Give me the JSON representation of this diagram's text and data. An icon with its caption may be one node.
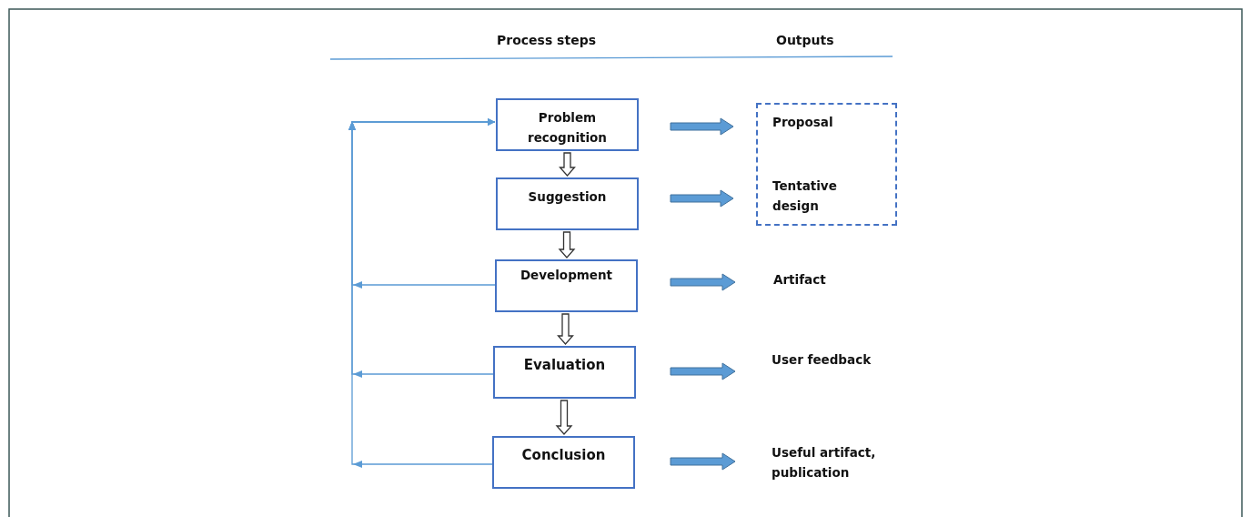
{
  "diagram": {
    "nodes": [
      {
        "text": [
          "Problem recognition"
        ]
      },
      {
        "text": [
          "Suggestion"
        ]
      },
      {
        "text": [
          "Development"
        ]
      },
      {
        "text": [
          "Evaluation"
        ]
      },
      {
        "text": [
          "Conclusion"
        ]
      },
      {
        "text": [
          "Proposal",
          "Tentative design"
        ]
      },
      {
        "text": [
          "Artifact"
        ]
      },
      {
        "text": [
          "User feedback"
        ]
      },
      {
        "text": [
          "Useful artifact, publication"
        ]
      }
    ],
    "edges": [
      {
        "from": 0,
        "to": 1,
        "arrow": "to"
      },
      {
        "from": 1,
        "to": 2,
        "arrow": "to"
      },
      {
        "from": 2,
        "to": 3,
        "arrow": "to"
      },
      {
        "from": 3,
        "to": 4,
        "arrow": "to"
      },
      {
        "from": 0,
        "to": 5,
        "arrow": "to",
        "style": "thick",
        "color": "#5b9bd5"
      },
      {
        "from": 1,
        "to": 5,
        "arrow": "to",
        "style": "thick",
        "color": "#5b9bd5"
      },
      {
        "from": 2,
        "to": 6,
        "arrow": "to",
        "style": "thick",
        "color": "#5b9bd5"
      },
      {
        "from": 3,
        "to": 7,
        "arrow": "to",
        "style": "thick",
        "color": "#5b9bd5"
      },
      {
        "from": 4,
        "to": 8,
        "arrow": "to",
        "style": "thick",
        "color": "#5b9bd5"
      },
      {
        "from": 2,
        "to": 0,
        "arrow": "to",
        "color": "#5b9bd5"
      },
      {
        "from": 3,
        "to": 0,
        "arrow": "to",
        "color": "#5b9bd5"
      },
      {
        "from": 4,
        "to": 0,
        "arrow": "to",
        "color": "#5b9bd5"
      }
    ],
    "labels": [
      "Process steps",
      "Outputs"
    ]
  }
}
